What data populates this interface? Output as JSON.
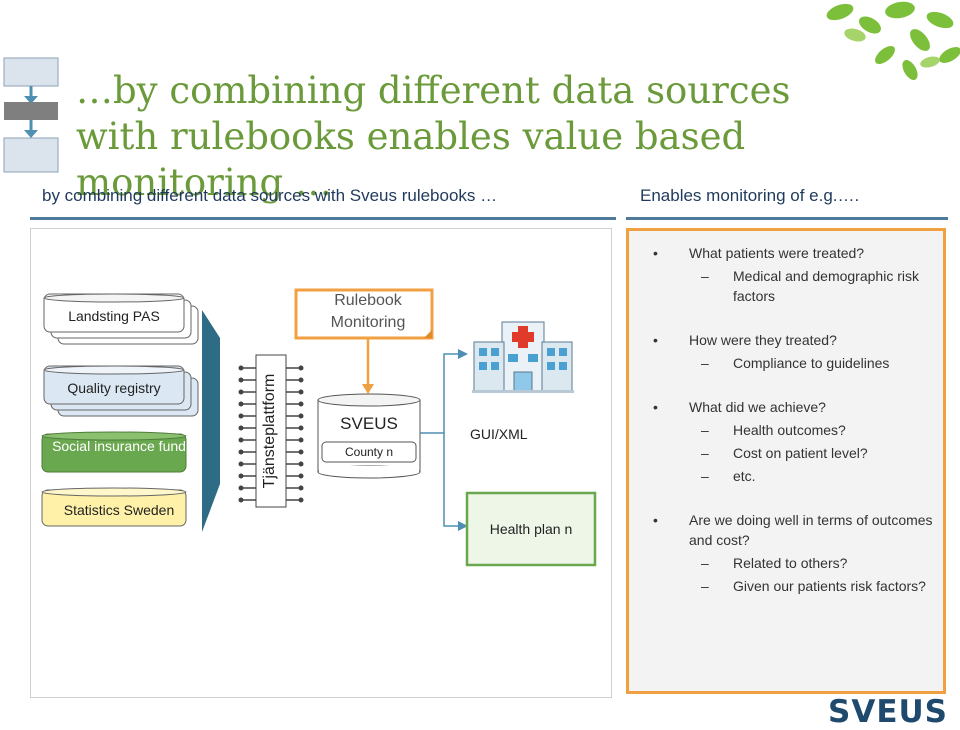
{
  "title": "…by combining different data sources with rulebooks enables value based monitoring …",
  "subheads": {
    "left": "by combining different data sources with Sveus rulebooks …",
    "right": "Enables monitoring of e.g.…."
  },
  "sources": {
    "landsting": "Landsting PAS",
    "quality": "Quality registry",
    "social": "Social insurance fund",
    "statistics": "Statistics Sweden"
  },
  "platform": "Tjänsteplattform",
  "rulebook": "Rulebook Monitoring",
  "sveus_db": {
    "name": "SVEUS",
    "sub": "County n"
  },
  "gui_label": "GUI/XML",
  "health_plan": "Health plan n",
  "questions": [
    {
      "q": "What patients were treated?",
      "subs": [
        "Medical and demographic risk factors"
      ]
    },
    {
      "q": "How were they treated?",
      "subs": [
        "Compliance to guidelines"
      ]
    },
    {
      "q": "What did we achieve?",
      "subs": [
        "Health outcomes?",
        "Cost on patient level?",
        "etc."
      ]
    },
    {
      "q": "Are we doing well in terms of outcomes and cost?",
      "subs": [
        "Related to others?",
        "Given our patients risk factors?"
      ]
    }
  ],
  "logo": "SVEUS",
  "colors": {
    "title_green": "#6a9a3a",
    "accent_orange": "#f0a040",
    "green_box": "#6aa84f",
    "yellow_box": "#fff2a8",
    "blue_box": "#dbe8f4",
    "teal_arrow": "#2e6b84",
    "navy": "#1f4a6e"
  }
}
